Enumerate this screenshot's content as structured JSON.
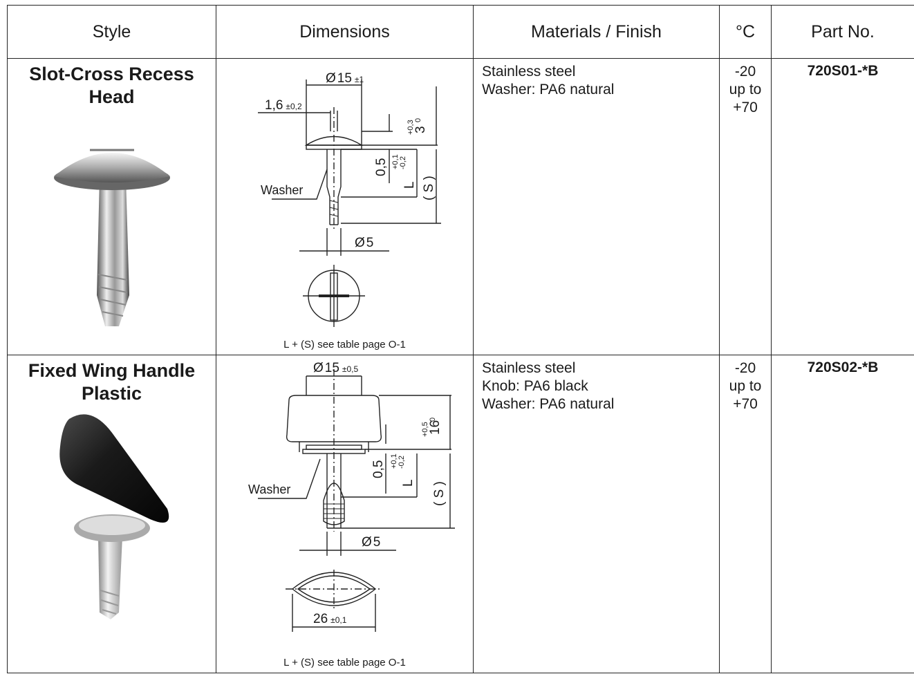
{
  "headers": {
    "style": "Style",
    "dimensions": "Dimensions",
    "materials": "Materials / Finish",
    "temp": "°C",
    "part": "Part No."
  },
  "rows": [
    {
      "style_line1": "Slot-Cross Recess",
      "style_line2": "Head",
      "dims": {
        "d15": "15",
        "d15_tol": "±1",
        "h16": "1,6",
        "h16_tol": "±0,2",
        "h3": "3",
        "h3_tol_up": "+0,3",
        "h3_tol_lo": "0",
        "w05": "0,5",
        "L": "L",
        "L_tol_up": "+0,1",
        "L_tol_lo": "-0,2",
        "S": "( S )",
        "washer": "Washer",
        "d5": "5",
        "note": "L + (S) see table page O-1"
      },
      "materials": [
        "Stainless steel",
        "Washer: PA6 natural"
      ],
      "temp": [
        "-20",
        "up to",
        "+70"
      ],
      "part_no": "720S01-*B"
    },
    {
      "style_line1": "Fixed Wing Handle",
      "style_line2": "Plastic",
      "dims": {
        "d15": "15",
        "d15_tol": "±0,5",
        "h16": "16",
        "h16_tol_up": "+0,5",
        "h16_tol_lo": "0",
        "w05": "0,5",
        "L": "L",
        "L_tol_up": "+0,1",
        "L_tol_lo": "-0,2",
        "S": "( S )",
        "washer": "Washer",
        "d5": "5",
        "w26": "26",
        "w26_tol": "±0,1",
        "note": "L + (S) see table page O-1"
      },
      "materials": [
        "Stainless steel",
        "Knob: PA6 black",
        "Washer: PA6 natural"
      ],
      "temp": [
        "-20",
        "up to",
        "+70"
      ],
      "part_no": "720S02-*B"
    }
  ],
  "diameter_symbol": "Ø"
}
